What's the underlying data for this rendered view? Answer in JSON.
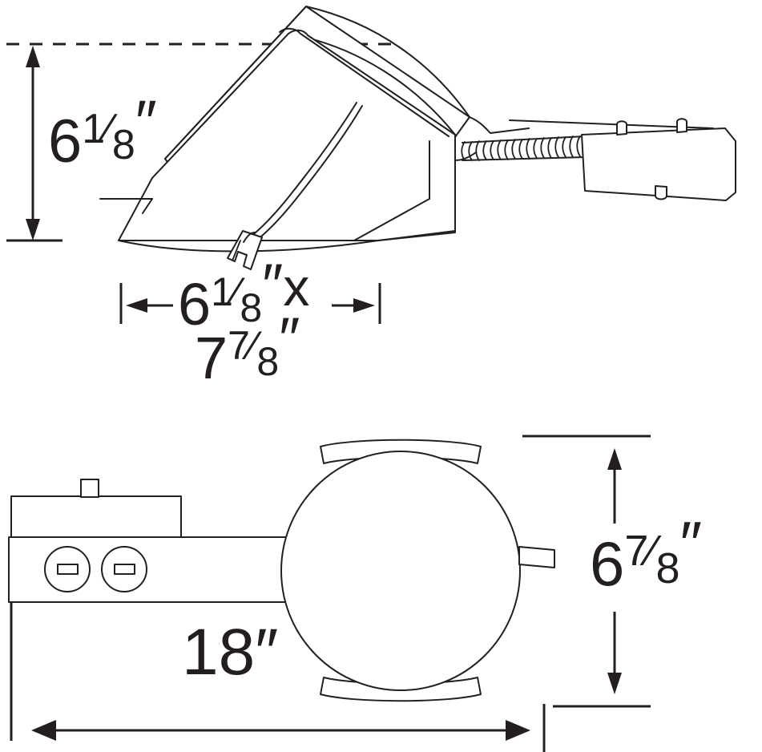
{
  "drawing": {
    "title": "Flood Light Fixture Dimensioned Drawing",
    "background_color": "#ffffff",
    "line_color": "#231f20",
    "text_color": "#231f20"
  },
  "views": {
    "side": {
      "name": "side-elevation-view",
      "description": "Angled flood light head with flexible conduit and junction box"
    },
    "plan": {
      "name": "plan-view",
      "description": "Top view showing arm, junction box and round fixture head"
    }
  },
  "dimensions": {
    "height": {
      "id": "height-dimension",
      "value": "6",
      "fraction_num": "1",
      "fraction_den": "8",
      "unit": "″",
      "full_label": "6⅛″",
      "orientation": "vertical"
    },
    "face_line1": {
      "id": "face-width-dimension-line-1",
      "value": "6",
      "fraction_num": "1",
      "fraction_den": "8",
      "unit": "″",
      "suffix": "x",
      "full_label": "6⅛″x",
      "orientation": "horizontal"
    },
    "face_line2": {
      "id": "face-width-dimension-line-2",
      "value": "7",
      "fraction_num": "7",
      "fraction_den": "8",
      "unit": "″",
      "full_label": "7⅞″",
      "orientation": "horizontal"
    },
    "length": {
      "id": "length-dimension",
      "value": "18",
      "unit": "″",
      "full_label": "18″",
      "orientation": "horizontal"
    },
    "head_diameter": {
      "id": "head-diameter-dimension",
      "value": "6",
      "fraction_num": "7",
      "fraction_den": "8",
      "unit": "″",
      "full_label": "6⅞″",
      "orientation": "vertical"
    }
  }
}
